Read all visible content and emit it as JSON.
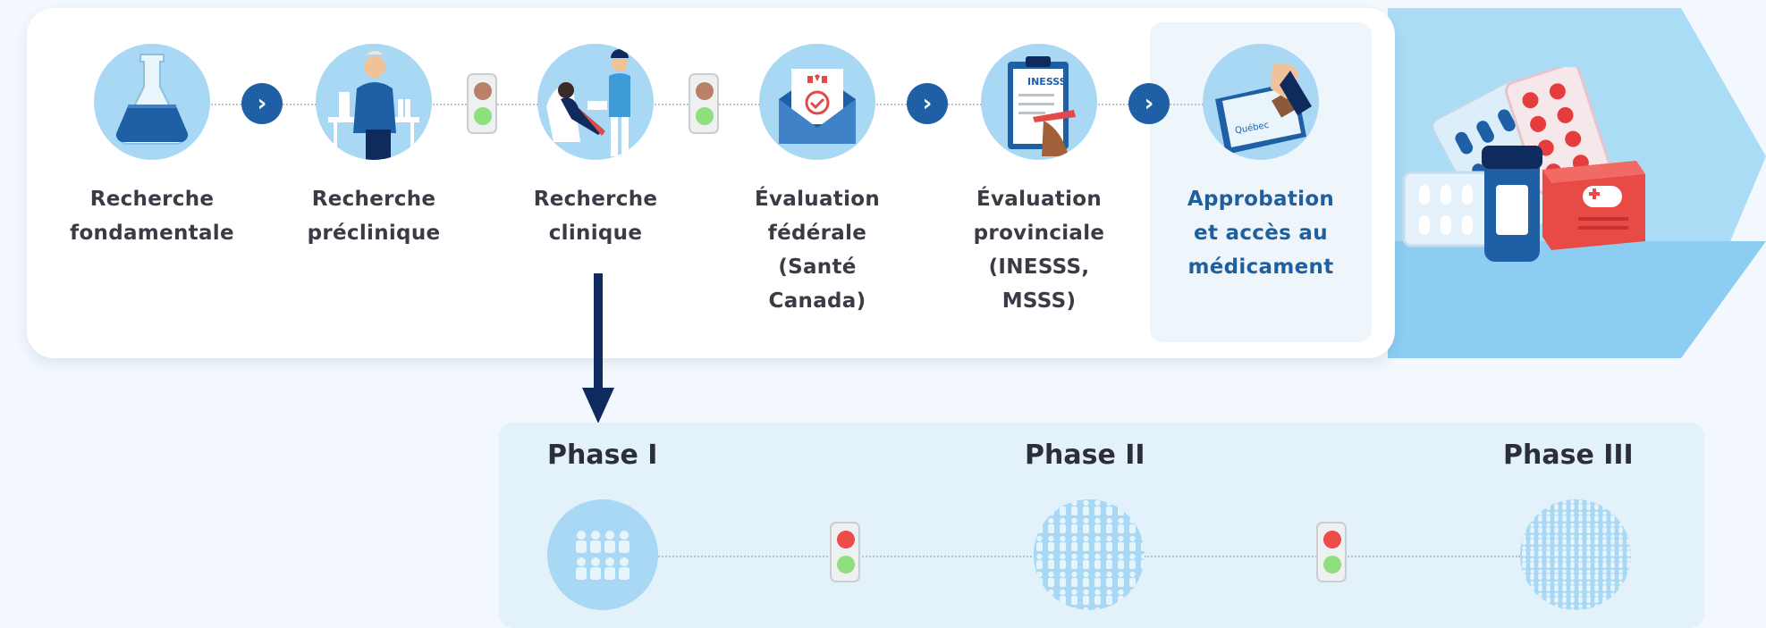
{
  "stages": [
    {
      "id": "recherche-fondamentale",
      "lines": [
        "Recherche",
        "fondamentale"
      ],
      "icon": "flask-icon"
    },
    {
      "id": "recherche-preclinique",
      "lines": [
        "Recherche",
        "préclinique"
      ],
      "icon": "lab-researcher-icon"
    },
    {
      "id": "recherche-clinique",
      "lines": [
        "Recherche",
        "clinique"
      ],
      "icon": "patient-nurse-icon"
    },
    {
      "id": "evaluation-federale",
      "lines": [
        "Évaluation",
        "fédérale",
        "(Santé",
        "Canada)"
      ],
      "icon": "canada-envelope-icon"
    },
    {
      "id": "evaluation-provinciale",
      "lines": [
        "Évaluation",
        "provinciale",
        "(INESSS, MSSS)"
      ],
      "icon": "clipboard-signing-icon"
    },
    {
      "id": "approbation",
      "lines": [
        "Approbation",
        "et accès au",
        "médicament"
      ],
      "icon": "quebec-stamp-icon"
    }
  ],
  "connectors": [
    "chevron",
    "traffic-light",
    "traffic-light",
    "chevron",
    "chevron"
  ],
  "icon_texts": {
    "ineSSS": "INESSS",
    "quebec": "Québec"
  },
  "phases": [
    {
      "title": "Phase I",
      "icon": "small-group-icon"
    },
    {
      "title": "Phase II",
      "icon": "medium-group-icon"
    },
    {
      "title": "Phase III",
      "icon": "large-group-icon"
    }
  ],
  "colors": {
    "navy": "#0f2a5c",
    "chevron": "#1f5fa6",
    "circle": "#a8d8f3",
    "accent_text": "#1f5f9e",
    "light_red": "#ee4b4b",
    "light_green": "#8ee07e",
    "light_brown": "#b98268"
  }
}
